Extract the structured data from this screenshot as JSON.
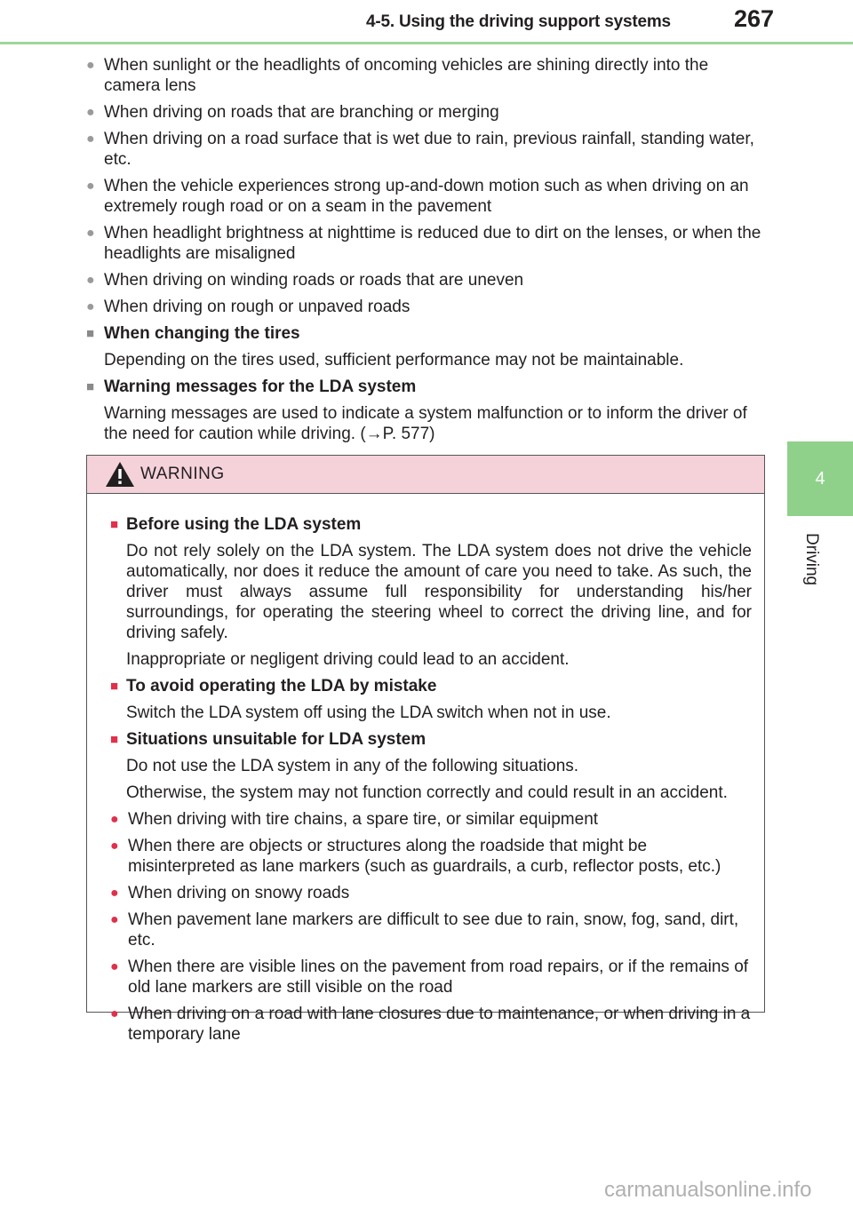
{
  "header": {
    "title": "4-5. Using the driving support systems",
    "page_number": "267"
  },
  "tab": {
    "number": "4",
    "label": "Driving"
  },
  "bullets_top": [
    "When sunlight or the headlights of oncoming vehicles are shining directly into the camera lens",
    "When driving on roads that are branching or merging",
    "When driving on a road surface that is wet due to rain, previous rainfall, standing water, etc.",
    "When the vehicle experiences strong up-and-down motion such as when driving on an extremely rough road or on a seam in the pavement",
    "When headlight brightness at nighttime is reduced due to dirt on the lenses, or when the headlights are misaligned",
    "When driving on winding roads or roads that are uneven",
    "When driving on rough or unpaved roads"
  ],
  "section_tires": {
    "heading": "When changing the tires",
    "text": "Depending on the tires used, sufficient performance may not be maintainable."
  },
  "section_messages": {
    "heading": "Warning messages for the LDA system",
    "text": "Warning messages are used to indicate a system malfunction or to inform the driver of the need for caution while driving. (→P. 577)"
  },
  "warning": {
    "title": "WARNING",
    "s1_heading": "Before using the LDA system",
    "s1_text1": "Do not rely solely on the LDA system. The LDA system does not drive the vehicle automatically, nor does it reduce the amount of care you need to take. As such, the driver must always assume full responsibility for understanding his/her surroundings, for operating the steering wheel to correct the driving line, and for driving safely.",
    "s1_text2": "Inappropriate or negligent driving could lead to an accident.",
    "s2_heading": "To avoid operating the LDA by mistake",
    "s2_text": "Switch the LDA system off using the LDA switch when not in use.",
    "s3_heading": "Situations unsuitable for LDA system",
    "s3_text1": "Do not use the LDA system in any of the following situations.",
    "s3_text2": "Otherwise, the system may not function correctly and could result in an accident.",
    "s3_bullets": [
      "When driving with tire chains, a spare tire, or similar equipment",
      "When there are objects or structures along the roadside that might be misinterpreted as lane markers (such as guardrails, a curb, reflector posts, etc.)",
      "When driving on snowy roads",
      "When pavement lane markers are difficult to see due to rain, snow, fog, sand, dirt, etc.",
      "When there are visible lines on the pavement from road repairs, or if the remains of old lane markers are still visible on the road",
      "When driving on a road with lane closures due to maintenance, or when driving in a temporary lane"
    ]
  },
  "watermark": "carmanualsonline.info",
  "colors": {
    "accent_green": "#8fd18a",
    "warning_pink": "#f5d2da",
    "warning_red": "#e0304a"
  }
}
